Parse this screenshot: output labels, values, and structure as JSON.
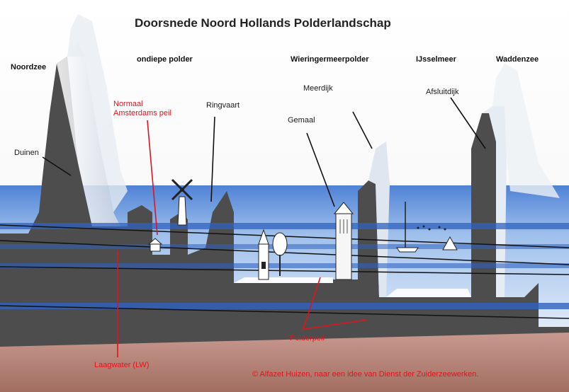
{
  "title": "Doorsnede Noord Hollands Polderlandschap",
  "regions": {
    "noordzee": "Noordzee",
    "ondiepe_polder": "ondiepe polder",
    "wieringermeerpolder": "Wieringermeerpolder",
    "ijsselmeer": "IJsselmeer",
    "waddenzee": "Waddenzee"
  },
  "annotations": {
    "duinen": "Duinen",
    "ringvaart": "Ringvaart",
    "meerdijk": "Meerdijk",
    "gemaal": "Gemaal",
    "afsluitdijk": "Afsluitdijk"
  },
  "red_labels": {
    "nap_line1": "Normaal",
    "nap_line2": "Amsterdams peil",
    "polderpeil": "Polderpeil",
    "laagwater": "Laagwater (LW)",
    "credit": "© Alfazet Huizen, naar een idee van Dienst der Zuiderzeewerken."
  },
  "colors": {
    "ground": "#4a4a4a",
    "ground_top": "#5c5c5c",
    "water": "#3d6fc8",
    "water_light": "#cfe0f5",
    "soil_bottom": "#b07a6e",
    "label_red": "#e0141e"
  }
}
